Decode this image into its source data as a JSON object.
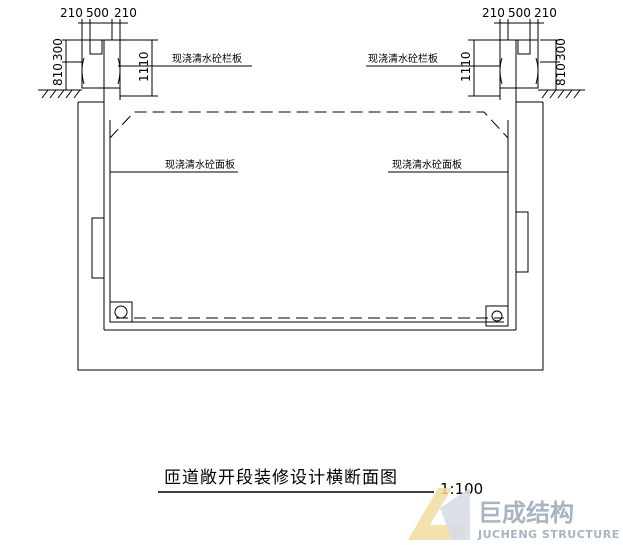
{
  "title": "匝道敞开段装修设计横断面图",
  "scale": "1:100",
  "dimensions": {
    "top_left": [
      "210",
      "500",
      "210"
    ],
    "top_right": [
      "210",
      "500",
      "210"
    ],
    "side_left": [
      "810",
      "300"
    ],
    "side_right": [
      "810",
      "300"
    ],
    "railing_height_left": "1110",
    "railing_height_right": "1110"
  },
  "annotations": {
    "railing_panel_left": "现浇清水砼栏板",
    "railing_panel_right": "现浇清水砼栏板",
    "surface_panel_left": "现浇清水砼面板",
    "surface_panel_right": "现浇清水砼面板"
  },
  "watermark": {
    "name_cn": "巨成结构",
    "name_en": "JUCHENG STRUCTURE"
  }
}
